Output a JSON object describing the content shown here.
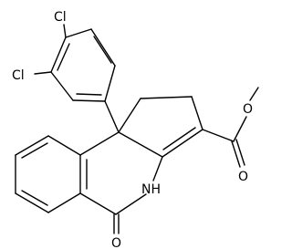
{
  "atoms": {
    "cl_upper": "Cl",
    "cl_lower": "Cl",
    "ester_o_single": "O",
    "ester_o_double": "O",
    "amide_nh": "NH",
    "amide_o": "O"
  }
}
